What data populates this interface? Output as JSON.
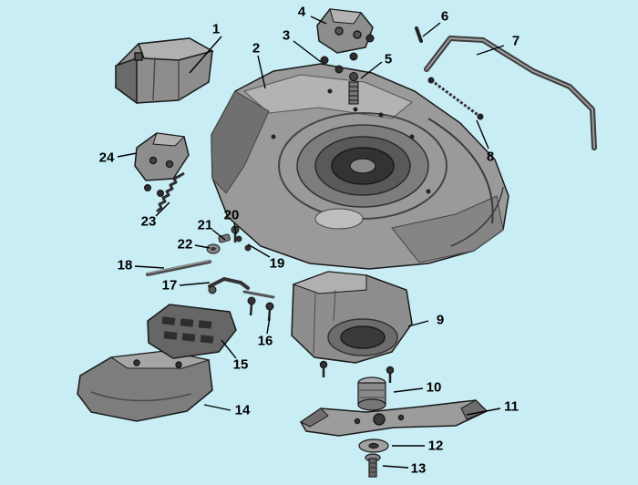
{
  "diagram": {
    "background_color": "#c9edf5",
    "leader_line_color": "#000000",
    "callout_text_color": "#000000",
    "part_fill_colors": [
      "#9a9a9a",
      "#7a7a7a",
      "#b5b5b5",
      "#555555",
      "#333333"
    ],
    "callouts": [
      {
        "label": "1",
        "part": "discharge-chute"
      },
      {
        "label": "2",
        "part": "mower-deck"
      },
      {
        "label": "3",
        "part": "mounting-screws"
      },
      {
        "label": "4",
        "part": "bracket-plate"
      },
      {
        "label": "5",
        "part": "spring-bolt"
      },
      {
        "label": "6",
        "part": "pin"
      },
      {
        "label": "7",
        "part": "handle-rod"
      },
      {
        "label": "8",
        "part": "cable-spring"
      },
      {
        "label": "9",
        "part": "belt-cover-housing"
      },
      {
        "label": "10",
        "part": "blade-adapter"
      },
      {
        "label": "11",
        "part": "blade"
      },
      {
        "label": "12",
        "part": "blade-washer"
      },
      {
        "label": "13",
        "part": "blade-bolt"
      },
      {
        "label": "14",
        "part": "mulch-side-cover"
      },
      {
        "label": "15",
        "part": "baffle-plate"
      },
      {
        "label": "16",
        "part": "bolt"
      },
      {
        "label": "17",
        "part": "lever"
      },
      {
        "label": "18",
        "part": "rod"
      },
      {
        "label": "19",
        "part": "fasteners"
      },
      {
        "label": "20",
        "part": "screw"
      },
      {
        "label": "21",
        "part": "clip"
      },
      {
        "label": "22",
        "part": "spacer"
      },
      {
        "label": "23",
        "part": "torsion-spring"
      },
      {
        "label": "24",
        "part": "bracket"
      }
    ]
  }
}
